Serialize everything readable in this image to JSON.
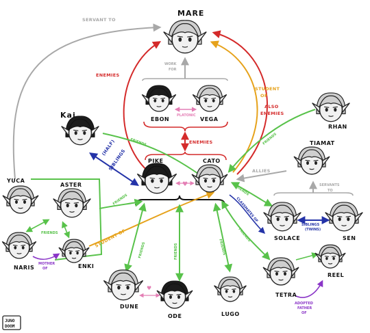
{
  "colors": {
    "servant": "#a8a8a8",
    "enemies": "#d42a2a",
    "student": "#e6a21b",
    "friends": "#58c24a",
    "siblings": "#2433a8",
    "mother": "#8a35c7",
    "platonic": "#e47fb5",
    "allies": "#a8a8a8",
    "work": "#a8a8a8"
  },
  "characters": [
    {
      "id": "mare",
      "name": "MARE",
      "hair": "light",
      "big": true
    },
    {
      "id": "ebon",
      "name": "EBON",
      "hair": "dark"
    },
    {
      "id": "vega",
      "name": "VEGA",
      "hair": "light"
    },
    {
      "id": "kai",
      "name": "Kai",
      "hair": "dark",
      "big": true
    },
    {
      "id": "pike",
      "name": "PIKE",
      "hair": "dark"
    },
    {
      "id": "cato",
      "name": "CATO",
      "hair": "light"
    },
    {
      "id": "rhan",
      "name": "RHAN",
      "hair": "light"
    },
    {
      "id": "tiamat",
      "name": "TIAMAT",
      "hair": "light"
    },
    {
      "id": "yuca",
      "name": "YUCA",
      "hair": "light"
    },
    {
      "id": "aster",
      "name": "ASTER",
      "hair": "light"
    },
    {
      "id": "naris",
      "name": "NARIS",
      "hair": "light"
    },
    {
      "id": "enki",
      "name": "ENKI",
      "hair": "light"
    },
    {
      "id": "solace",
      "name": "SOLACE",
      "hair": "light"
    },
    {
      "id": "sen",
      "name": "SEN",
      "hair": "light"
    },
    {
      "id": "dune",
      "name": "DUNE",
      "hair": "light"
    },
    {
      "id": "ode",
      "name": "ODE",
      "hair": "dark"
    },
    {
      "id": "lugo",
      "name": "LUGO",
      "hair": "light"
    },
    {
      "id": "tetra",
      "name": "TETRA",
      "hair": "light"
    },
    {
      "id": "reel",
      "name": "REEL",
      "hair": "light"
    }
  ],
  "labels": {
    "servant_to": "SERVANT TO",
    "work": "WORK",
    "for": "FOR",
    "enemies_left": "ENEMIES",
    "student": "STUDENT",
    "of": "OF",
    "also": "ALSO",
    "enemies_right": "ENEMIES",
    "platonic": "PLATONIC",
    "enemies_mid": "ENEMIES",
    "friends_kai": "FRIENDS",
    "half_siblings": "(HALF)",
    "siblings_word": "SIBLINGS",
    "friends_rhan": "FRIENDS",
    "allies": "ALLIES",
    "servants": "SERVANTS",
    "to": "TO",
    "friends_yuca": "FRIENDS",
    "friends_left": "FRIENDS",
    "student_of_enki": "STUDENT OF",
    "mother": "MOTHER",
    "mother_of": "OF",
    "friends_dune": "FRIENDS",
    "friends_ode": "FRIENDS",
    "friends_lugo": "FRIENDS",
    "friends_tetra": "FRIENDS",
    "friends_cato": "FRIENDS",
    "classmates": "CLASSMATES OF",
    "sib_twins": "SIBLINGS",
    "twins": "(TWINS)",
    "adopted": "ADOPTED",
    "father": "FATHER",
    "father_of": "OF"
  },
  "signature": [
    "JUNO",
    "DOOM"
  ]
}
